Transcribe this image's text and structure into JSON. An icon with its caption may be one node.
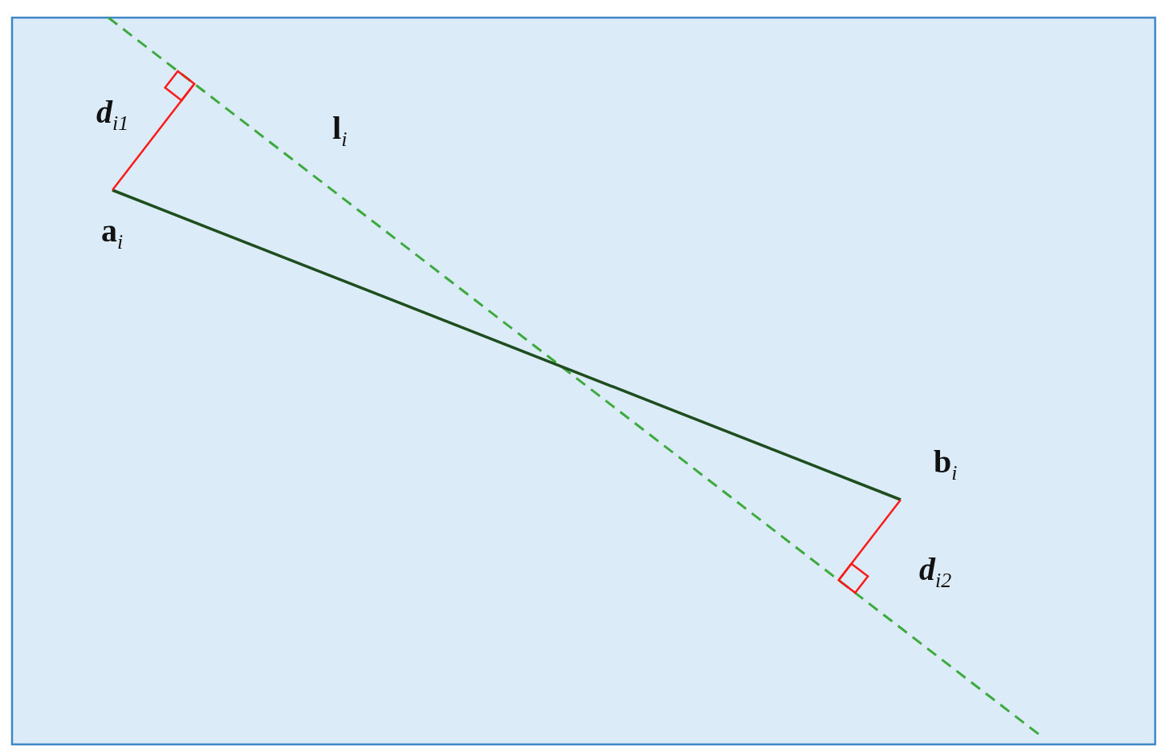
{
  "diagram": {
    "labels": [
      "*d*$_{i1}$",
      "l$_{i}$",
      "a$_{i}$",
      "b$_{i}$",
      "*d*$_{i2}$"
    ]
  }
}
